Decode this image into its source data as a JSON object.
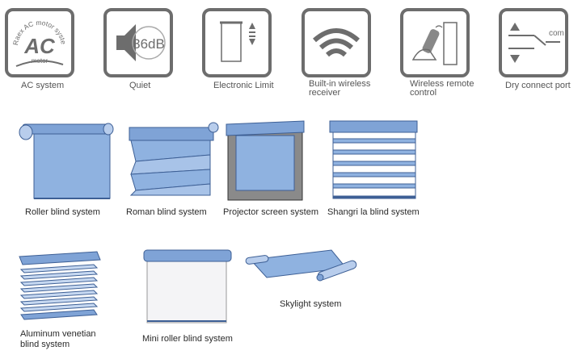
{
  "features": [
    {
      "icon": "ac-motor-icon",
      "label": "AC system",
      "ring_text": "Raex AC motor system",
      "logo_text": "AC",
      "sub_text": "motor"
    },
    {
      "icon": "speaker-icon",
      "label": "Quiet",
      "db_text": "36dB"
    },
    {
      "icon": "electronic-limit-icon",
      "label": "Electronic Limit"
    },
    {
      "icon": "wireless-receiver-icon",
      "label": "Built-in wireless receiver"
    },
    {
      "icon": "remote-control-icon",
      "label": "Wireless remote control"
    },
    {
      "icon": "dry-connect-icon",
      "label": "Dry connect port",
      "com_text": "com"
    }
  ],
  "systems": [
    {
      "icon": "roller-blind-icon",
      "label": "Roller blind system"
    },
    {
      "icon": "roman-blind-icon",
      "label": "Roman blind system"
    },
    {
      "icon": "projector-screen-icon",
      "label": "Projector screen system"
    },
    {
      "icon": "shangri-la-blind-icon",
      "label": "Shangri la blind system"
    },
    {
      "icon": "aluminum-venetian-blind-icon",
      "label_line1": "Aluminum venetian",
      "label_line2": "blind system"
    },
    {
      "icon": "mini-roller-blind-icon",
      "label": "Mini roller blind system"
    },
    {
      "icon": "skylight-icon",
      "label": "Skylight system"
    }
  ],
  "colors": {
    "frame": "#6d6d6d",
    "blue": "#8fb2e0",
    "blue_dark": "#3d5f95",
    "gray": "#8a8a8a"
  }
}
